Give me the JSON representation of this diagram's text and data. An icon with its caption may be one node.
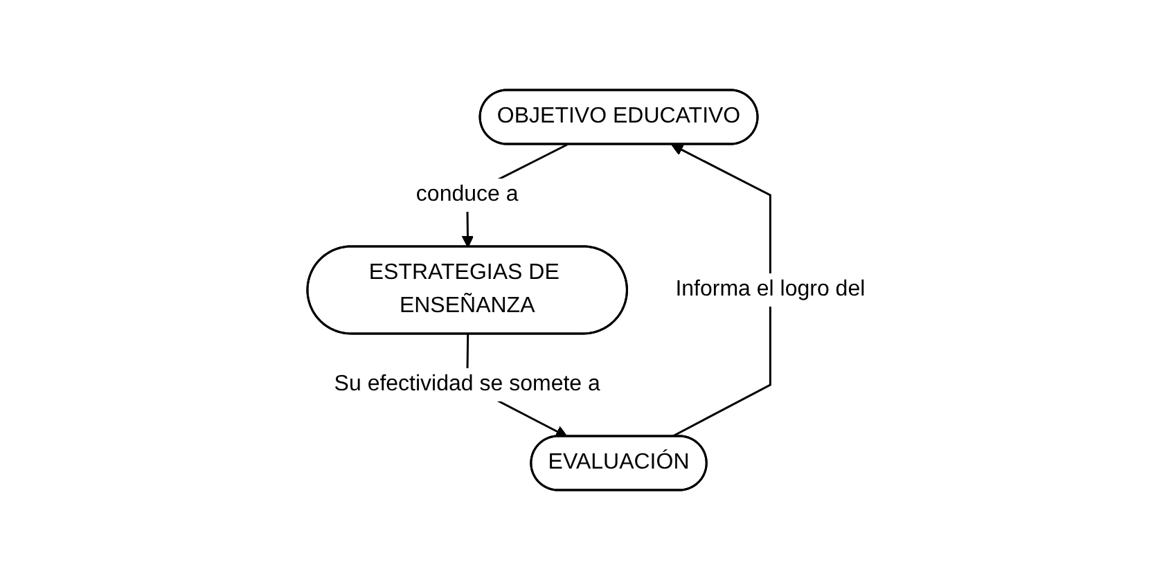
{
  "diagram": {
    "nodes": [
      {
        "text": [
          "OBJETIVO EDUCATIVO"
        ]
      },
      {
        "text": [
          "ESTRATEGIAS DE ENSEÑANZA"
        ]
      },
      {
        "text": [
          "EVALUACIÓN"
        ]
      }
    ],
    "edges": [
      {
        "from": 0,
        "to": 1,
        "arrow": "to",
        "label": "conduce a"
      },
      {
        "from": 1,
        "to": 2,
        "arrow": "to",
        "label": "Su efectividad se somete a"
      },
      {
        "from": 2,
        "to": 0,
        "arrow": "to",
        "label": "Informa el logro del"
      }
    ]
  }
}
